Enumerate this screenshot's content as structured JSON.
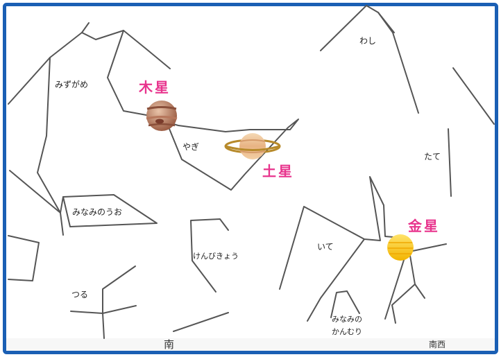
{
  "colors": {
    "border": "#1a5fb4",
    "line": "#555555",
    "planet_label": "#e8348d"
  },
  "constellations": {
    "mizugame": "みずがめ",
    "yagi": "やぎ",
    "washi": "わし",
    "tate": "たて",
    "minaminouo": "みなみのうお",
    "kenbikyou": "けんびきょう",
    "ite": "いて",
    "tsuru": "つる",
    "minaminokanmuri_line1": "みなみの",
    "minaminokanmuri_line2": "かんむり"
  },
  "planets": {
    "jupiter": "木星",
    "saturn": "土星",
    "venus": "金星"
  },
  "directions": {
    "south": "南",
    "southwest": "南西"
  }
}
